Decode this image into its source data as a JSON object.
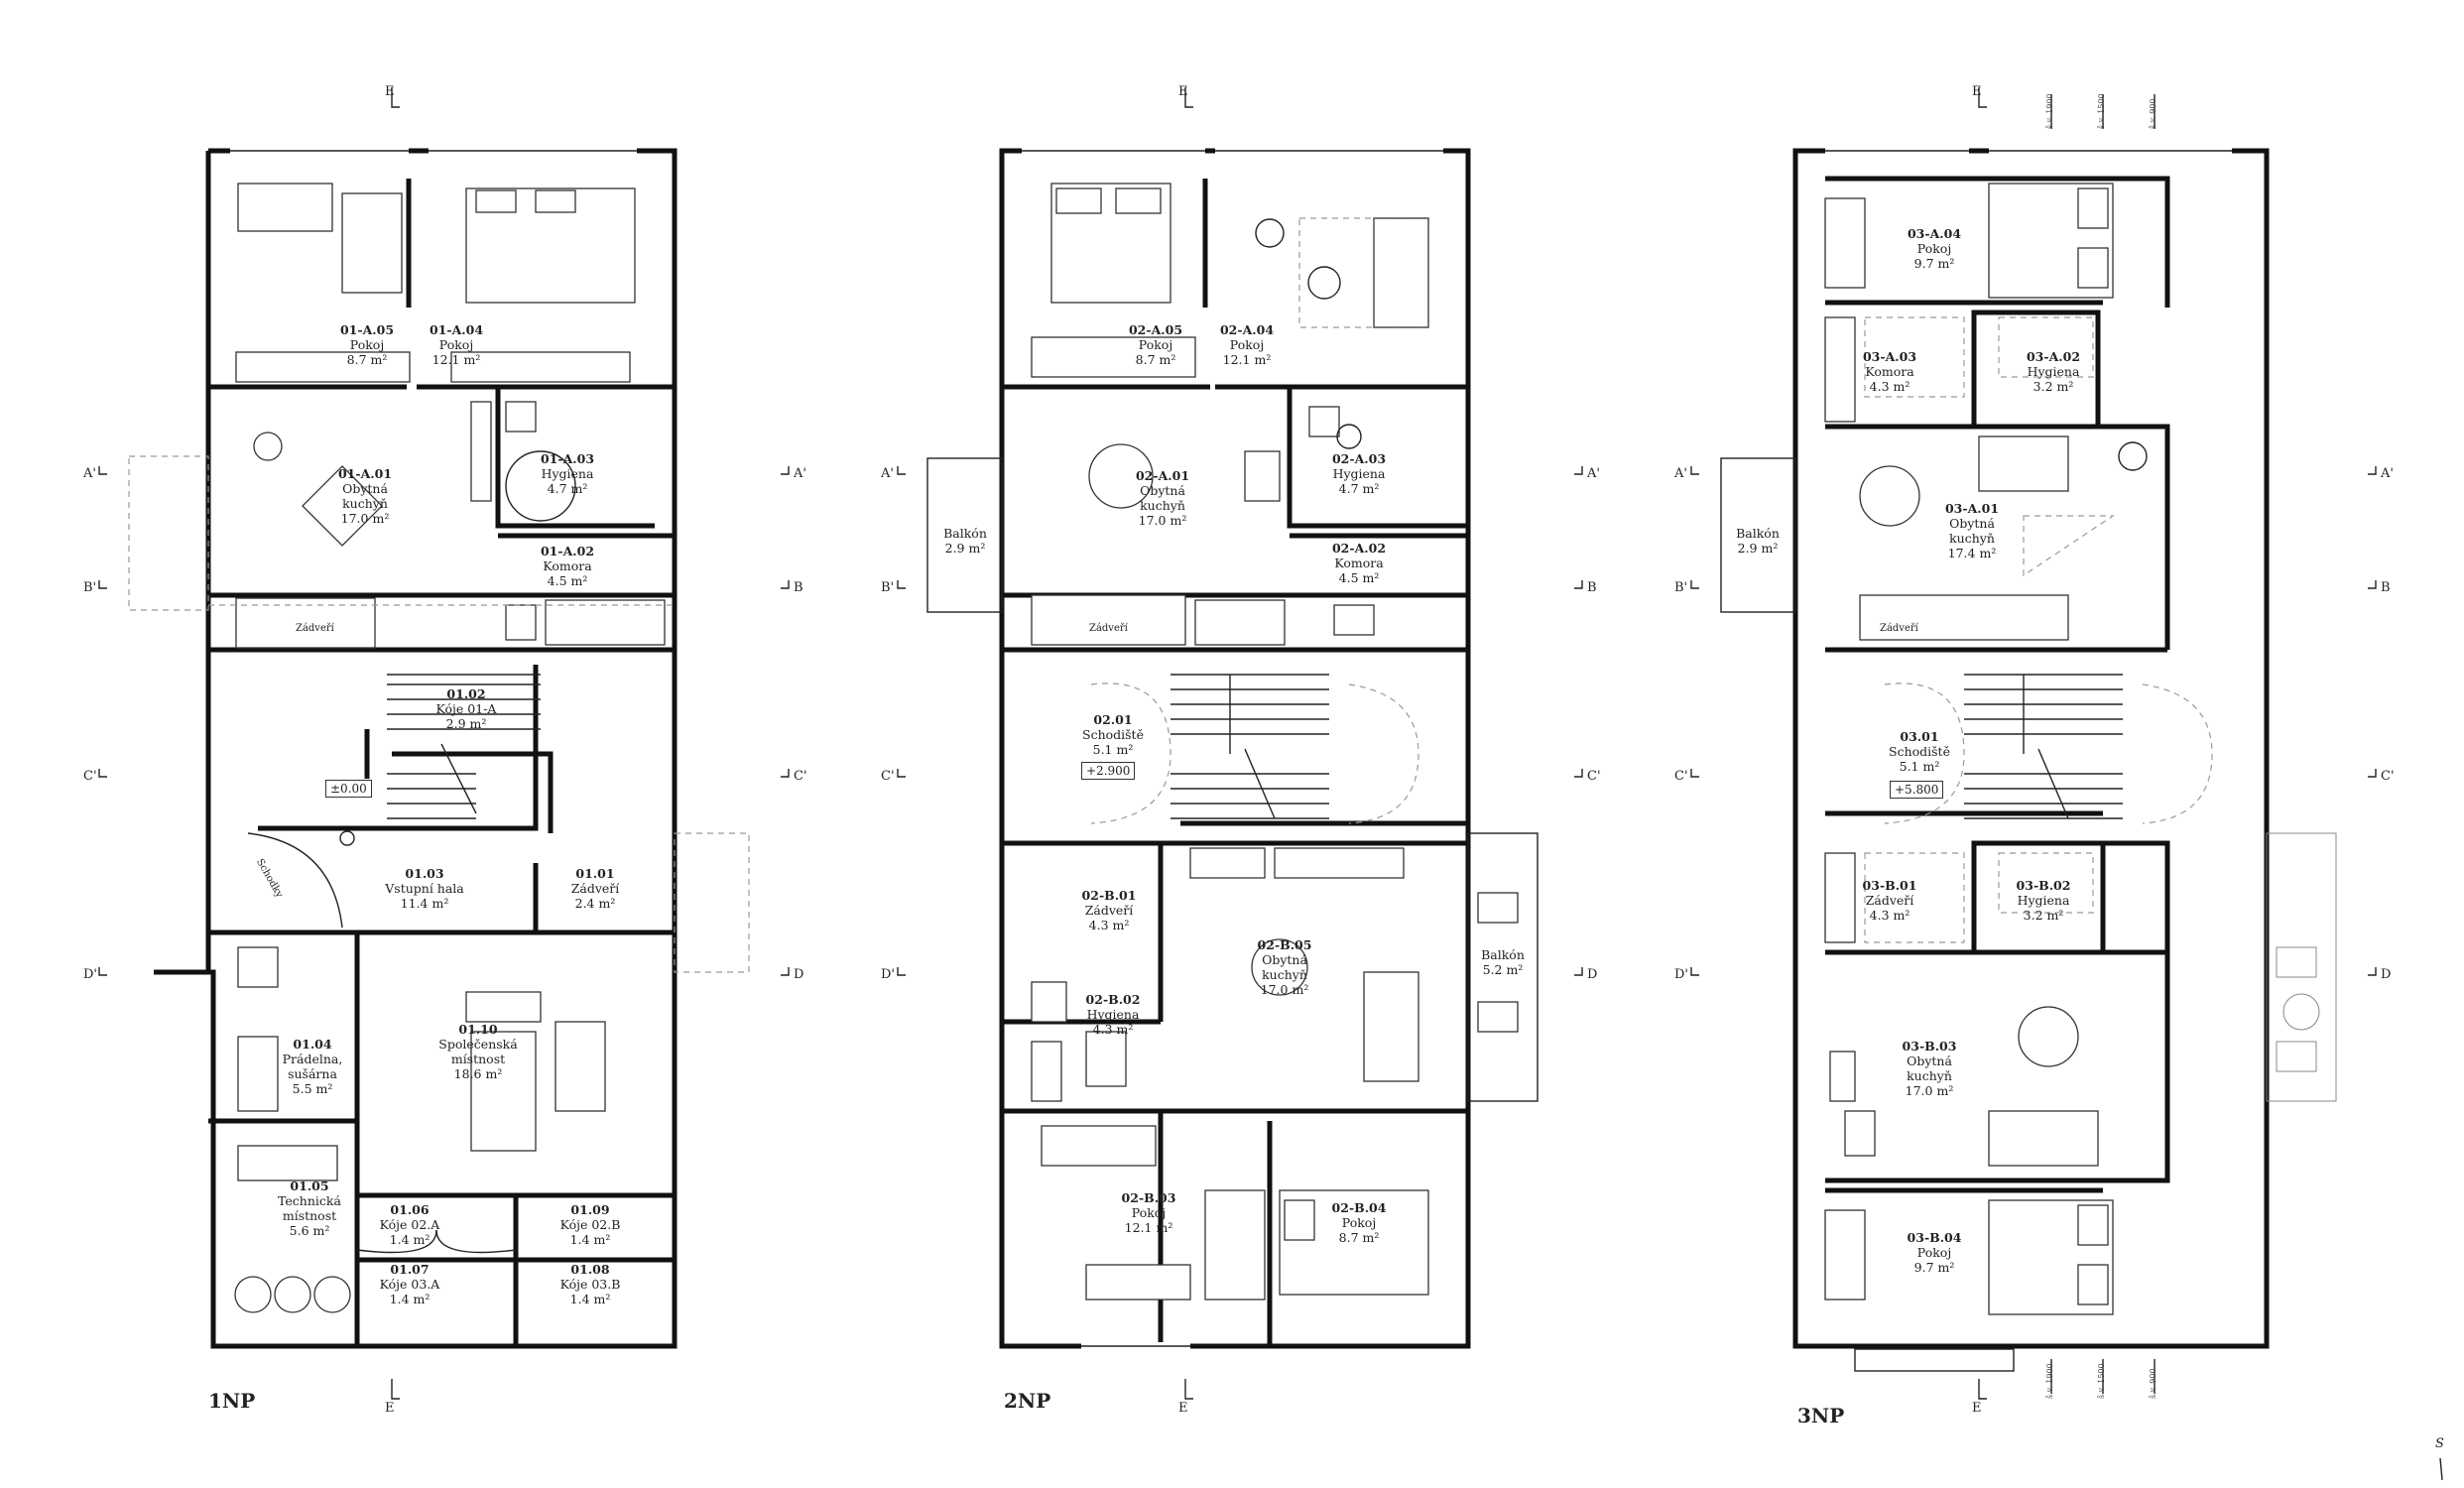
{
  "floors": [
    {
      "title": "1NP",
      "level": "±0.00",
      "rooms": [
        {
          "code": "01-A.05",
          "lines": [
            "Pokoj",
            "8.7 m²"
          ]
        },
        {
          "code": "01-A.04",
          "lines": [
            "Pokoj",
            "12.1 m²"
          ]
        },
        {
          "code": "01-A.01",
          "lines": [
            "Obytná",
            "kuchyň",
            "17.0 m²"
          ]
        },
        {
          "code": "01-A.03",
          "lines": [
            "Hygiena",
            "4.7 m²"
          ]
        },
        {
          "code": "01-A.02",
          "lines": [
            "Komora",
            "4.5 m²"
          ]
        },
        {
          "code": "01.02",
          "lines": [
            "Kóje 01-A",
            "2.9 m²"
          ]
        },
        {
          "code": "01.03",
          "lines": [
            "Vstupní hala",
            "11.4 m²"
          ]
        },
        {
          "code": "01.01",
          "lines": [
            "Zádveří",
            "2.4 m²"
          ]
        },
        {
          "code": "01.04",
          "lines": [
            "Prádelna,",
            "sušárna",
            "5.5 m²"
          ]
        },
        {
          "code": "01.10",
          "lines": [
            "Společenská",
            "místnost",
            "18.6 m²"
          ]
        },
        {
          "code": "01.05",
          "lines": [
            "Technická",
            "místnost",
            "5.6 m²"
          ]
        },
        {
          "code": "01.06",
          "lines": [
            "Kóje 02.A",
            "1.4 m²"
          ]
        },
        {
          "code": "01.09",
          "lines": [
            "Kóje 02.B",
            "1.4 m²"
          ]
        },
        {
          "code": "01.07",
          "lines": [
            "Kóje 03.A",
            "1.4 m²"
          ]
        },
        {
          "code": "01.08",
          "lines": [
            "Kóje 03.B",
            "1.4 m²"
          ]
        }
      ],
      "notes": [
        "Zádveří",
        "Schodky"
      ]
    },
    {
      "title": "2NP",
      "level": "+2.900",
      "rooms": [
        {
          "code": "02-A.05",
          "lines": [
            "Pokoj",
            "8.7 m²"
          ]
        },
        {
          "code": "02-A.04",
          "lines": [
            "Pokoj",
            "12.1 m²"
          ]
        },
        {
          "code": "02-A.01",
          "lines": [
            "Obytná",
            "kuchyň",
            "17.0 m²"
          ]
        },
        {
          "code": "02-A.03",
          "lines": [
            "Hygiena",
            "4.7 m²"
          ]
        },
        {
          "code": "02-A.02",
          "lines": [
            "Komora",
            "4.5 m²"
          ]
        },
        {
          "code": "",
          "lines": [
            "Balkón",
            "2.9 m²"
          ]
        },
        {
          "code": "02.01",
          "lines": [
            "Schodiště",
            "5.1 m²"
          ]
        },
        {
          "code": "02-B.01",
          "lines": [
            "Zádveří",
            "4.3 m²"
          ]
        },
        {
          "code": "02-B.05",
          "lines": [
            "Obytná",
            "kuchyň",
            "17.0 m²"
          ]
        },
        {
          "code": "02-B.02",
          "lines": [
            "Hygiena",
            "4.3 m²"
          ]
        },
        {
          "code": "",
          "lines": [
            "Balkón",
            "5.2 m²"
          ]
        },
        {
          "code": "02-B.03",
          "lines": [
            "Pokoj",
            "12.1 m²"
          ]
        },
        {
          "code": "02-B.04",
          "lines": [
            "Pokoj",
            "8.7 m²"
          ]
        }
      ],
      "notes": [
        "Zádveří"
      ]
    },
    {
      "title": "3NP",
      "level": "+5.800",
      "rooms": [
        {
          "code": "03-A.04",
          "lines": [
            "Pokoj",
            "9.7 m²"
          ]
        },
        {
          "code": "03-A.03",
          "lines": [
            "Komora",
            "4.3 m²"
          ]
        },
        {
          "code": "03-A.02",
          "lines": [
            "Hygiena",
            "3.2 m²"
          ]
        },
        {
          "code": "",
          "lines": [
            "Balkón",
            "2.9 m²"
          ]
        },
        {
          "code": "03-A.01",
          "lines": [
            "Obytná",
            "kuchyň",
            "17.4 m²"
          ]
        },
        {
          "code": "03.01",
          "lines": [
            "Schodiště",
            "5.1 m²"
          ]
        },
        {
          "code": "03-B.01",
          "lines": [
            "Zádveří",
            "4.3 m²"
          ]
        },
        {
          "code": "03-B.02",
          "lines": [
            "Hygiena",
            "3.2 m²"
          ]
        },
        {
          "code": "03-B.03",
          "lines": [
            "Obytná",
            "kuchyň",
            "17.0 m²"
          ]
        },
        {
          "code": "03-B.04",
          "lines": [
            "Pokoj",
            "9.7 m²"
          ]
        }
      ],
      "notes": [
        "Zádveří"
      ],
      "heights": [
        "š.v. 1900",
        "š.v. 1500",
        "š.v. 900"
      ]
    }
  ],
  "section_marks": {
    "left": [
      "A'",
      "B'",
      "C'",
      "D'"
    ],
    "right": [
      "A'",
      "B",
      "C'",
      "D"
    ],
    "vertical": "E"
  },
  "north": "S"
}
